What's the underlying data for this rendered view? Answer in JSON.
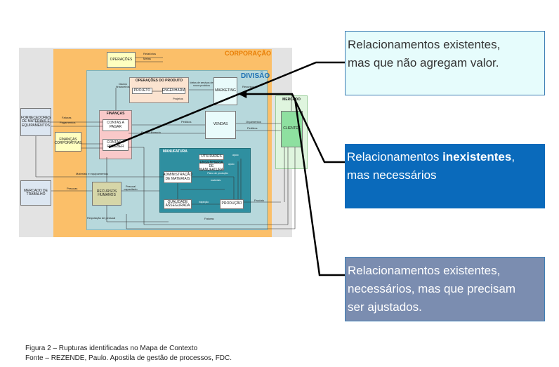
{
  "diagram": {
    "corporacao_label": "CORPORAÇÃO",
    "divisao_label": "DIVISÃO",
    "operacoes": "OPERAÇÕES",
    "operacoes_produto": "OPERAÇÕES DO PRODUTO",
    "projeto": "PROJETO",
    "engenharia": "ENGENHARIA",
    "marketing": "MARKETING",
    "financas": "FINANÇAS",
    "contas_pagar": "CONTAS A PAGAR",
    "contas_receber": "CONTAS A RECEBER",
    "financas_corporativas": "FINANÇAS CORPORATIVAS",
    "vendas": "VENDAS",
    "mercado": "MERCADO",
    "clientes": "CLIENTES",
    "fornecedores": "FORNECEDORES DE MATERIAIS E EQUIPAMENTOS",
    "mercado_trabalho": "MERCADO DE TRABALHO",
    "recursos_humanos": "RECURSOS HUMANOS",
    "manufatura": "MANUFATURA",
    "utilidades": "UTILIDADES",
    "eng_manufatura": "ENGENHARIA DE MANUFATURA",
    "administracao_materiais": "ADMINISTRAÇÃO DE MATERIAIS",
    "qualidade": "QUALIDADE ASSEGURADA",
    "producao": "PRODUÇÃO",
    "flow_labels": {
      "relatorios": "Relatórios",
      "metas": "Metas",
      "dados_financeiros": "Dados financeiros",
      "ideias_produtos": "Ideias de serviços de novos produtos",
      "projetos": "Projetos",
      "faturas": "Faturas",
      "pagamentos": "Pagamentos",
      "pedidos": "Pedidos",
      "orcamentos": "Orçamentos",
      "pedido_liberado": "Pedido liberado",
      "recursos": "Recursos",
      "materiais_equipamentos": "Materiais e equipamentos",
      "pessoas": "Pessoas",
      "pessoal_capacitado": "Pessoal capacitado",
      "requisicao_pessoal": "Requisição de pessoal",
      "produto": "Produto",
      "faturas_bottom": "Faturas",
      "apoio1": "apoio",
      "apoio2": "apoio",
      "plano_producao": "Plano de produção",
      "materiais": "materiais",
      "inspecao": "inspeção"
    }
  },
  "callouts": {
    "existing_not_value_line1": "Relacionamentos existentes,",
    "existing_not_value_line2": "mas que não agregam valor.",
    "nonexisting_prefix": "Relacionamentos ",
    "nonexisting_bold": "inexistentes",
    "nonexisting_suffix": ",",
    "nonexisting_line2": "mas necessários",
    "adjust_line1": "Relacionamentos existentes,",
    "adjust_line2": "necessários, mas que precisam",
    "adjust_line3": "ser ajustados."
  },
  "caption": {
    "line1": "Figura 2 – Rupturas identificadas no Mapa de Contexto",
    "line2": "Fonte – REZENDE, Paulo. Apostila de gestão de processos, FDC."
  },
  "colors": {
    "corporacao": "#fbbf69",
    "divisao": "#b7d8dc",
    "manufatura": "#2f8fa0",
    "callout_existing": "#e6fcfc",
    "callout_inexistent": "#0a6abb",
    "callout_adjust": "#7b8db0"
  }
}
